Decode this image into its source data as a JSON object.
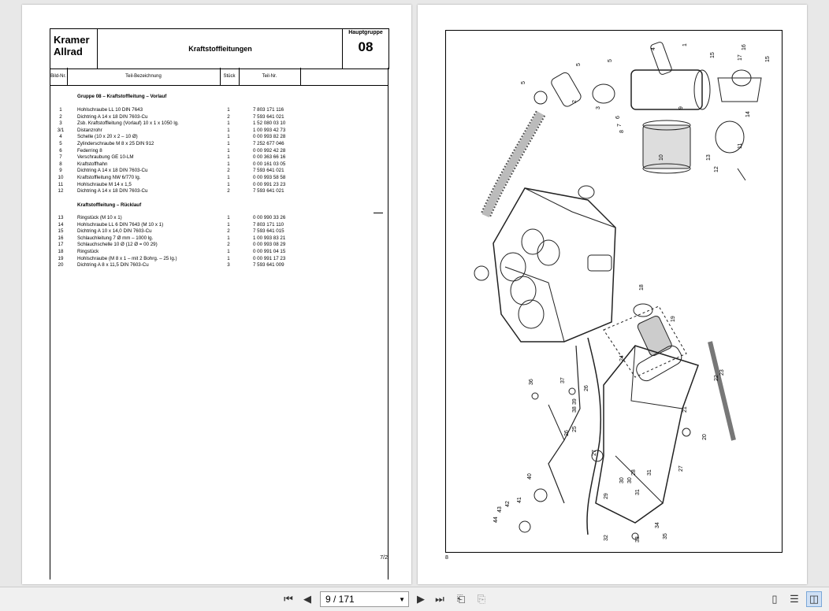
{
  "left_page": {
    "logo_line1": "Kramer",
    "logo_line2": "Allrad",
    "title": "Kraftstoffleitungen",
    "group_label": "Hauptgruppe",
    "group_number": "08",
    "col_bild": "Bild-Nr.",
    "col_teil": "Teil-Bezeichnung",
    "col_stueck": "Stück",
    "col_teilnr": "Teil-Nr.",
    "section1": "Gruppe 08 – Kraftstoffleitung – Vorlauf",
    "rows1": [
      {
        "nr": "1",
        "name": "Hohlschraube LL 10 DIN 7643",
        "qty": "1",
        "part": "7 803 171 116"
      },
      {
        "nr": "2",
        "name": "Dichtring A 14 x 18 DIN 7603-Cu",
        "qty": "2",
        "part": "7 593 641 021"
      },
      {
        "nr": "3",
        "name": "Zsb. Kraftstoffleitung (Vorlauf) 10 x 1 x 1050 lg.",
        "qty": "1",
        "part": "1 52 080 03 10"
      },
      {
        "nr": "3/1",
        "name": "Distanzrohr",
        "qty": "1",
        "part": "1 00 993 42 73"
      },
      {
        "nr": "4",
        "name": "Schelle (10 x 20 x 2 – 10 Ø)",
        "qty": "1",
        "part": "0 00 993 82 28"
      },
      {
        "nr": "5",
        "name": "Zylinderschraube M 8 x 25 DIN 912",
        "qty": "1",
        "part": "7 252 677 046"
      },
      {
        "nr": "6",
        "name": "Federring 8",
        "qty": "1",
        "part": "0 00 992 42 28"
      },
      {
        "nr": "7",
        "name": "Verschraubung GE 10-LM",
        "qty": "1",
        "part": "0 00 363 66 16"
      },
      {
        "nr": "8",
        "name": "Kraftstoffhahn",
        "qty": "1",
        "part": "0 00 161 03 05"
      },
      {
        "nr": "9",
        "name": "Dichtring A 14 x 18 DIN 7603-Cu",
        "qty": "2",
        "part": "7 593 641 021"
      },
      {
        "nr": "10",
        "name": "Kraftstoffleitung NW 6/770 lg.",
        "qty": "1",
        "part": "0 00 993 58 58"
      },
      {
        "nr": "11",
        "name": "Hohlschraube M 14 x 1,5",
        "qty": "1",
        "part": "0 00 991 23 23"
      },
      {
        "nr": "12",
        "name": "Dichtring A 14 x 18 DIN 7603-Cu",
        "qty": "2",
        "part": "7 593 641 021"
      }
    ],
    "section2": "Kraftstoffleitung – Rücklauf",
    "rows2": [
      {
        "nr": "13",
        "name": "Ringstück (M 10 x 1)",
        "qty": "1",
        "part": "0 00 990 33 26"
      },
      {
        "nr": "14",
        "name": "Hohlschraube LL 6 DIN 7643 (M 10 x 1)",
        "qty": "1",
        "part": "7 803 171 110"
      },
      {
        "nr": "15",
        "name": "Dichtring A 10 x 14,0 DIN 7603-Cu",
        "qty": "2",
        "part": "7 593 641 015"
      },
      {
        "nr": "16",
        "name": "Schlauchleitung 7 Ø mm – 1000 lg.",
        "qty": "1",
        "part": "1 00 993 83 21"
      },
      {
        "nr": "17",
        "name": "Schlauchschelle 10 Ø                  (12 Ø = 00 29)",
        "qty": "2",
        "part": "0 00 993 08 29"
      },
      {
        "nr": "18",
        "name": "Ringstück",
        "qty": "1",
        "part": "0 00 991 04 15"
      },
      {
        "nr": "19",
        "name": "Hohlschraube (M 8 x 1 – mit 2 Bohrg. – 25 lg.)",
        "qty": "1",
        "part": "0 00 991 17 23"
      },
      {
        "nr": "20",
        "name": "Dichtring A 8 x 11,5 DIN 7603-Cu",
        "qty": "3",
        "part": "7 593 641 009"
      }
    ],
    "page_number": "7/2"
  },
  "right_page": {
    "page_number": "8",
    "callouts": [
      "1",
      "2",
      "3",
      "4",
      "5",
      "5",
      "5",
      "6",
      "7",
      "8",
      "9",
      "10",
      "11",
      "12",
      "13",
      "14",
      "15",
      "15",
      "16",
      "17",
      "18",
      "19",
      "20",
      "21",
      "22",
      "23",
      "24",
      "25",
      "26",
      "26",
      "27",
      "27",
      "28",
      "29",
      "30",
      "30",
      "31",
      "31",
      "32",
      "33",
      "34",
      "35",
      "36",
      "37",
      "38",
      "39",
      "40",
      "41",
      "42",
      "43",
      "44"
    ]
  },
  "toolbar": {
    "page_value": "9 / 171",
    "icons": [
      "first-page-icon",
      "prev-page-icon",
      "next-page-icon",
      "last-page-icon",
      "back-icon",
      "forward-icon",
      "single-page-icon",
      "continuous-icon",
      "two-page-icon"
    ]
  }
}
